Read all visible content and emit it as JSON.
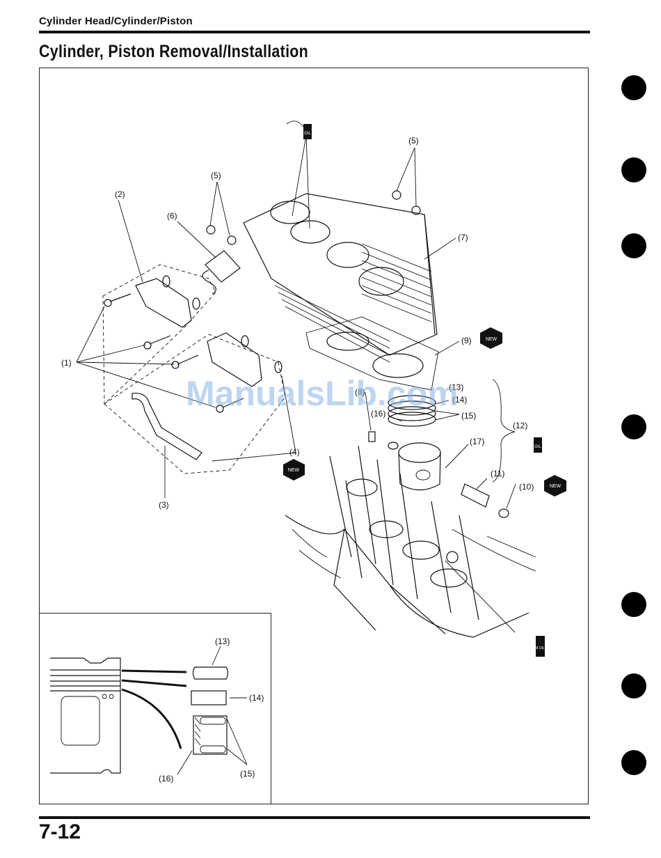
{
  "header": {
    "section": "Cylinder Head/Cylinder/Piston",
    "title": "Cylinder, Piston Removal/Installation"
  },
  "labels": {
    "l1": "(1)",
    "l2": "(2)",
    "l3": "(3)",
    "l4": "(4)",
    "l5a": "(5)",
    "l5b": "(5)",
    "l6": "(6)",
    "l7": "(7)",
    "l8": "(8)",
    "l9": "(9)",
    "l10": "(10)",
    "l11": "(11)",
    "l12": "(12)",
    "l13": "(13)",
    "l14": "(14)",
    "l15": "(15)",
    "l16": "(16)",
    "l17": "(17)",
    "i13": "(13)",
    "i14": "(14)",
    "i15": "(15)",
    "i16": "(16)"
  },
  "tags": {
    "oil": "OIL",
    "new": "NEW",
    "moil": "M OIL"
  },
  "watermark": "ManualsLib.com",
  "footer": {
    "page_number": "7-12"
  }
}
